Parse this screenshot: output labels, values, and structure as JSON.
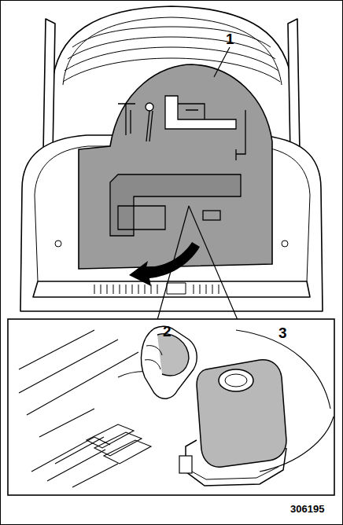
{
  "diagram": {
    "labels": [
      "1",
      "2",
      "3",
      "306195"
    ]
  }
}
